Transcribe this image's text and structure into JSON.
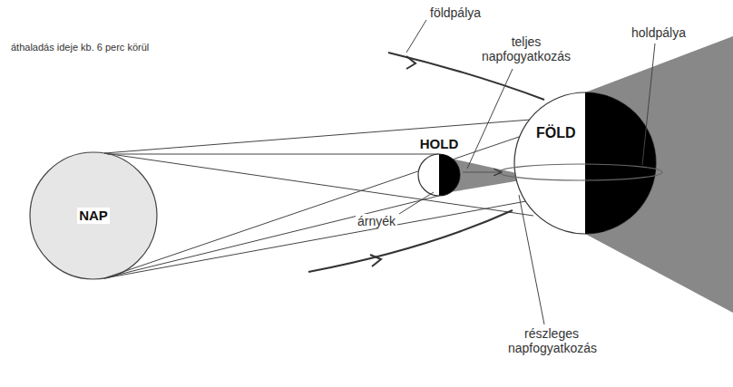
{
  "diagram": {
    "nodes": [
      {
        "text": [
          "NAP"
        ]
      },
      {
        "text": [
          "HOLD"
        ]
      },
      {
        "text": [
          "FÖLD"
        ]
      }
    ],
    "labels": [
      "áthaladás ideje kb. 6 perc körül",
      "földpálya",
      "teljes napfogyatkozás",
      "holdpálya",
      "árnyék",
      "részleges napfogyatkozás"
    ]
  }
}
